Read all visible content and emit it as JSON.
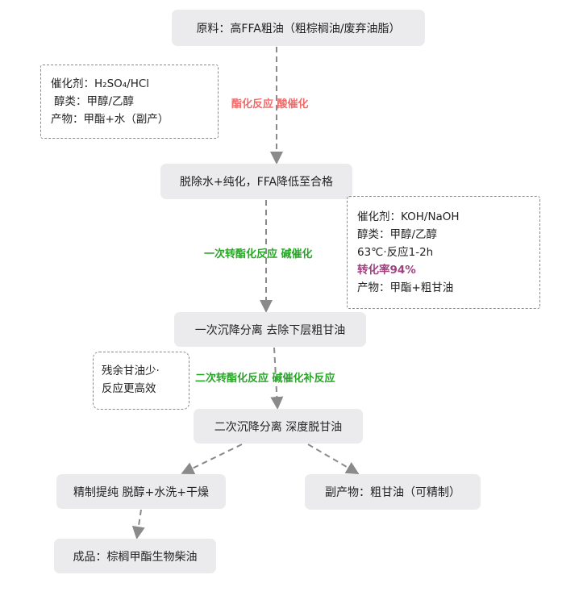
{
  "nodes": {
    "raw": "原料：高FFA粗油（粗棕榈油/废弃油脂）",
    "purify": "脱除水+纯化，FFA降低至合格",
    "settle1": "一次沉降分离 去除下层粗甘油",
    "settle2": "二次沉降分离  深度脱甘油",
    "refine": "精制提纯 脱醇+水洗+干燥",
    "byproduct": "副产物：粗甘油（可精制）",
    "product": "成品：棕榈甲酯生物柴油"
  },
  "notes": {
    "acid": [
      "催化剂：H₂SO₄/HCl",
      "醇类：甲醇/乙醇",
      "产物：甲酯+水（副产）"
    ],
    "base": [
      "催化剂：KOH/NaOH",
      "醇类：甲醇/乙醇",
      "63℃·反应1-2h",
      "转化率94%",
      "产物：甲酯+粗甘油"
    ],
    "residual": [
      "残余甘油少·",
      "反应更高效"
    ]
  },
  "labels": {
    "esterification": "酯化反应 酸催化",
    "trans1": "一次转酯化反应 碱催化",
    "trans2": "二次转酯化反应 碱催化补反应"
  },
  "colors": {
    "red": "#f26b6b",
    "green": "#2aa52a",
    "purple": "#a0427f"
  }
}
